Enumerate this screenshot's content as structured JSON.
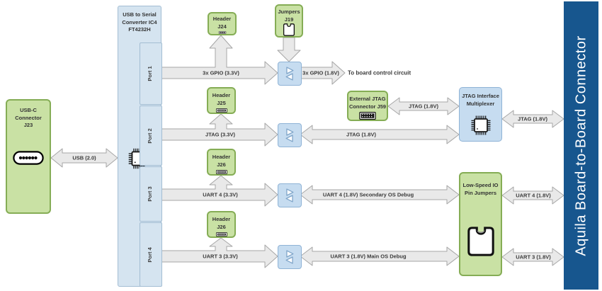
{
  "diagram": {
    "usb_c": {
      "label": "USB-C\nConnector\nJ23"
    },
    "usb_arrow": "USB (2.0)",
    "converter": {
      "label": "USB to Serial\nConverter IC4\nFT4232H",
      "ports": [
        "Port 1",
        "Port 2",
        "Port 3",
        "Port 4"
      ]
    },
    "port1": {
      "header": "Header J24",
      "jumpers": "Jumpers\nJ19",
      "gpio_33": "3x GPIO (3.3V)",
      "gpio_18": "3x GPIO (1.8V)",
      "dest": "To board control circuit"
    },
    "port2": {
      "header": "Header J25",
      "jtag_33": "JTAG (3.3V)",
      "jtag_18": "JTAG (1.8V)",
      "ext_connector": "External JTAG\nConnector J59",
      "ext_arrow": "JTAG (1.8V)",
      "mux": "JTAG Interface\nMultiplexer",
      "mux_board_arrow": "JTAG (1.8V)"
    },
    "port3": {
      "header": "Header J26",
      "uart_33": "UART 4 (3.3V)",
      "uart_18": "UART 4 (1.8V) Secondary OS Debug",
      "board_arrow": "UART 4 (1.8V)"
    },
    "port4": {
      "header": "Header J26",
      "uart_33": "UART 3 (3.3V)",
      "uart_18": "UART 3 (1.8V) Main OS Debug",
      "board_arrow": "UART 3 (1.8V)"
    },
    "low_speed": {
      "label": "Low-Speed IO\nPin Jumpers"
    },
    "board_connector": {
      "label": "Aquila Board-to-Board Connector"
    }
  },
  "icons": {
    "usb_c_port": "usb-c-port-icon",
    "chip": "qfp-chip-icon",
    "pin_header": "pin-header-icon",
    "dual_row_header": "dual-row-pin-header-icon",
    "jumper": "jumper-shunt-icon",
    "level_shifter": "level-shifter-icon"
  },
  "colors": {
    "green_fill": "#c9e1a4",
    "green_stroke": "#85ad55",
    "blue_fill": "#d5e4f0",
    "blue_stroke": "#a3bdd3",
    "shifter_fill": "#c6dcf0",
    "shifter_stroke": "#8fb3d6",
    "arrow_fill": "#e9e9e9",
    "arrow_stroke": "#a6a6a6",
    "board_blue": "#17568e"
  }
}
